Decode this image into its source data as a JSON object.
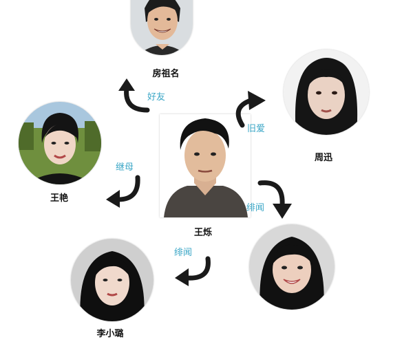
{
  "colors": {
    "relation_text": "#3aa6c6",
    "name_text": "#111111",
    "arrow": "#1a1a1a"
  },
  "people": {
    "fang_zuming": "房祖名",
    "zhou_xun": "周迅",
    "wang_yan": "王艳",
    "wang_shuo": "王烁",
    "li_xiaolu": "李小璐"
  },
  "relations": {
    "friend": "好友",
    "ex_lover": "旧爱",
    "stepmother": "继母",
    "rumor_right": "绯闻",
    "rumor_left": "绯闻"
  }
}
